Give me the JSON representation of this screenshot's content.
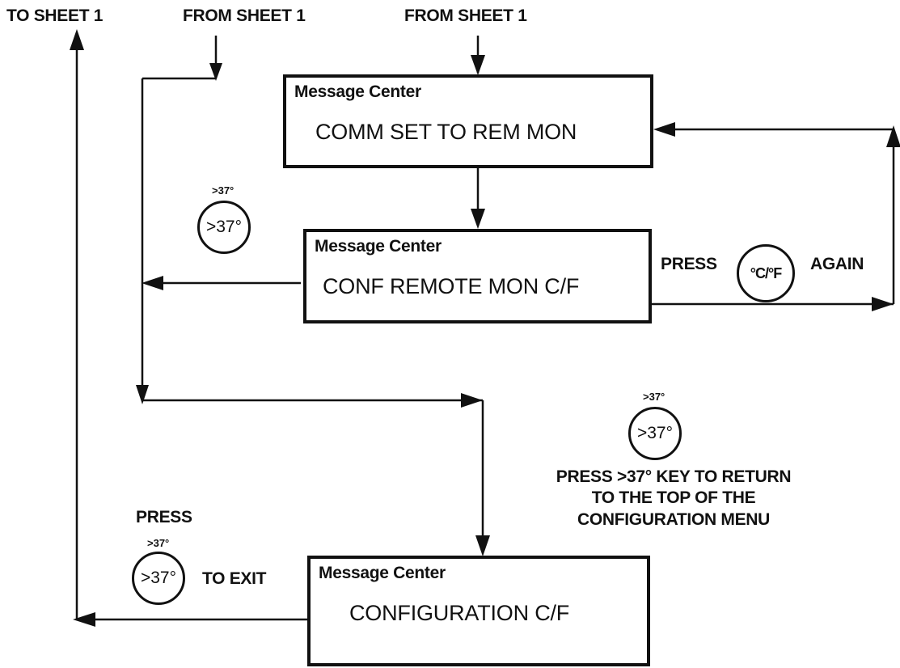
{
  "labels": {
    "to_sheet_1": "TO SHEET 1",
    "from_sheet_1_left": "FROM SHEET 1",
    "from_sheet_1_right": "FROM SHEET 1"
  },
  "boxes": {
    "comm": {
      "header": "Message Center",
      "text": "COMM SET TO REM MON"
    },
    "conf_remote": {
      "header": "Message Center",
      "text": "CONF REMOTE MON  C/F"
    },
    "configuration": {
      "header": "Message Center",
      "text": "CONFIGURATION  C/F"
    }
  },
  "keys": {
    "temp_key_label": ">37°",
    "temp_key_caption": ">37°",
    "cf_key_label": "°C/°F"
  },
  "annotations": {
    "press_cf": "PRESS",
    "again": "AGAIN",
    "return_line1": "PRESS >37° KEY TO RETURN",
    "return_line2": "TO THE TOP OF THE",
    "return_line3": "CONFIGURATION MENU",
    "press_exit": "PRESS",
    "to_exit": "TO EXIT"
  }
}
